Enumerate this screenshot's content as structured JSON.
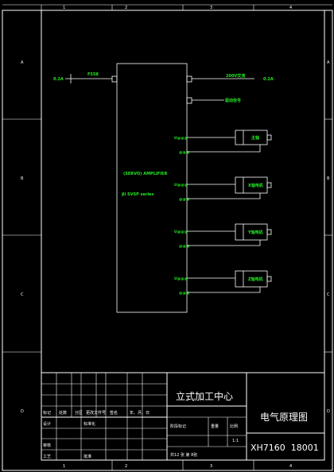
{
  "border": {
    "column_marks_top": [
      "1",
      "2",
      "3",
      "4"
    ],
    "column_marks_bottom": [
      "1",
      "2",
      "3",
      "4"
    ],
    "row_marks_left": [
      "A",
      "B",
      "C",
      "D"
    ],
    "row_marks_right": [
      "A",
      "B",
      "C",
      "D"
    ]
  },
  "schematic": {
    "input_left": {
      "voltage": "0.2A",
      "breaker": "F558"
    },
    "input_right": {
      "supply": "200V交流",
      "tag": "0.2A"
    },
    "signal_out": "驱动信号",
    "amplifier": {
      "line1": "(SERVO) AMPLIFIER",
      "line2": "βi SVSP series"
    },
    "channels": [
      {
        "out_label": "U@@@",
        "ret_label": "@@@",
        "motor": "主轴"
      },
      {
        "out_label": "U@@@",
        "ret_label": "@@@",
        "motor": "X轴电机"
      },
      {
        "out_label": "U@@@",
        "ret_label": "@@@",
        "motor": "Y轴电机"
      },
      {
        "out_label": "U@@@",
        "ret_label": "@@@",
        "motor": "Z轴电机"
      }
    ]
  },
  "title_block": {
    "project_title": "立式加工中心",
    "drawing_title": "电气原理图",
    "drawing_number": "XH7160  18001",
    "revision_headers": [
      "标记",
      "处数",
      "分区",
      "更改文件号",
      "签名",
      "年、月、日"
    ],
    "rows": {
      "design": "设计",
      "standardization": "标准化",
      "review": "审核",
      "process": "工艺",
      "approve": "批准"
    },
    "stage_headers": [
      "阶段标记",
      "重量",
      "比例"
    ],
    "scale": "1:1",
    "sheet_info": "共12  张    第  8张"
  },
  "colors": {
    "background": "#000000",
    "lines": "#ffffff",
    "labels": "#22e822"
  }
}
